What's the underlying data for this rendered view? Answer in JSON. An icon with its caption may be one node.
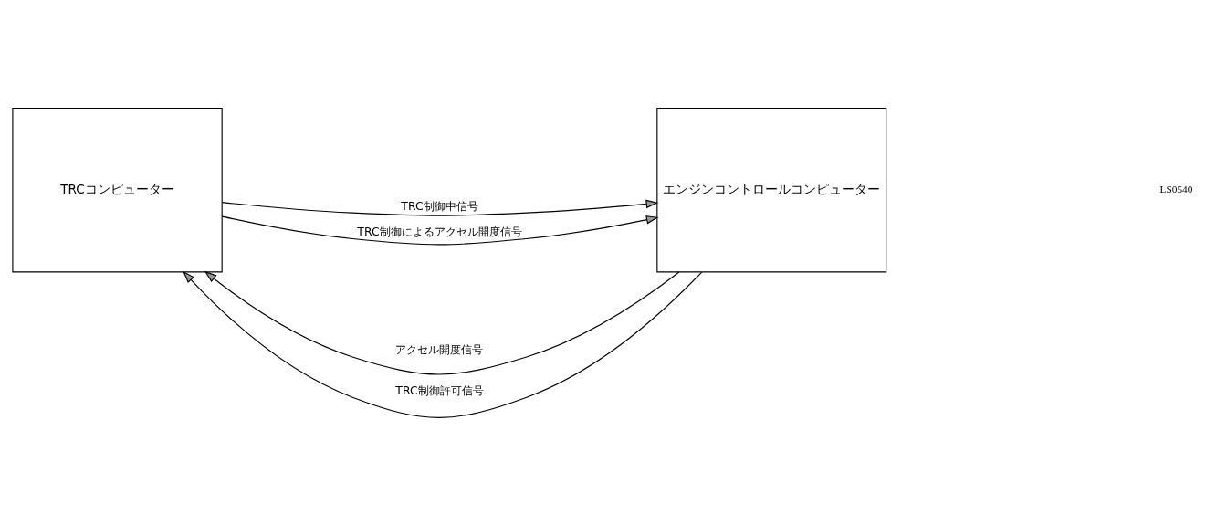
{
  "diagram": {
    "nodes": [
      {
        "text": [
          "TRCコンピューター"
        ]
      },
      {
        "text": [
          "エンジンコントロールコンピューター"
        ]
      }
    ],
    "edges": [
      {
        "from": 1,
        "to": 0,
        "arrow": "to",
        "label": "アクセル開度信号"
      },
      {
        "from": 0,
        "to": 1,
        "arrow": "to",
        "label": "TRC制御中信号"
      },
      {
        "from": 0,
        "to": 1,
        "arrow": "to",
        "label": "TRC制御によるアクセル開度信号"
      },
      {
        "from": 1,
        "to": 0,
        "arrow": "to",
        "label": "TRC制御許可信号"
      }
    ],
    "labels": [
      "LS0540"
    ]
  }
}
